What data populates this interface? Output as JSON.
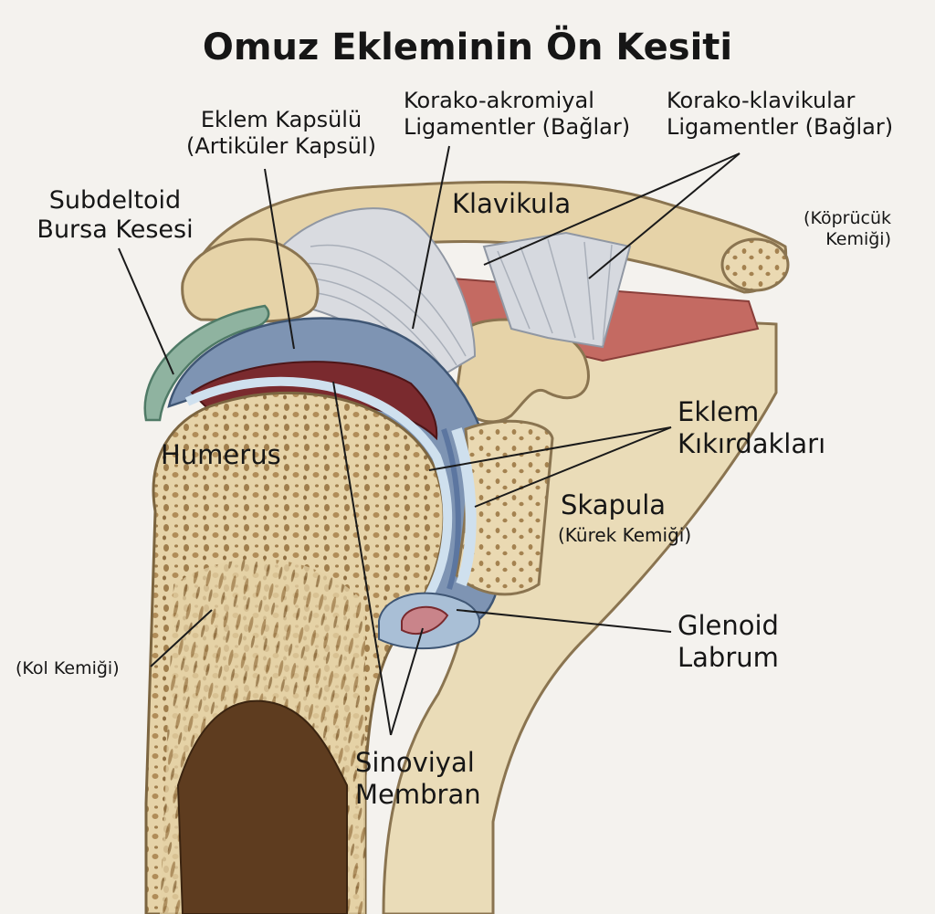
{
  "title": "Omuz Ekleminin Ön Kesiti",
  "labels": {
    "eklem_kapsulu": [
      "Eklem Kapsülü",
      "(Artiküler Kapsül)"
    ],
    "korako_akromiyal": [
      "Korako-akromiyal",
      "Ligamentler (Bağlar)"
    ],
    "korako_klavikular": [
      "Korako-klavikular",
      "Ligamentler (Bağlar)"
    ],
    "subdeltoid": [
      "Subdeltoid",
      "Bursa Kesesi"
    ],
    "klavikula": "Klavikula",
    "kopruck": [
      "(Köprücük",
      "Kemiği)"
    ],
    "humerus": "Humerus",
    "eklem_kikirdaklari": [
      "Eklem",
      "Kıkırdakları"
    ],
    "skapula": "Skapula",
    "kurek_kemigi": "(Kürek Kemiği)",
    "glenoid_labrum": [
      "Glenoid",
      "Labrum"
    ],
    "kol_kemigi": "(Kol Kemiği)",
    "sinoviyal_membran": [
      "Sinoviyal",
      "Membran"
    ]
  },
  "colors": {
    "background": "#f4f2ee",
    "bone": "#e8d8b3",
    "bone_outline": "#8a7450",
    "trabecular": "#9a7a48",
    "ligament": "#d9dbe0",
    "cartilage": "#cfe0ee",
    "capsule": "#7e94b3",
    "synovial": "#7a2a2e",
    "muscle": "#c46a62",
    "bursa": "#8fb3a0",
    "label_text": "#161616",
    "leader_line": "#1a1a1a"
  }
}
